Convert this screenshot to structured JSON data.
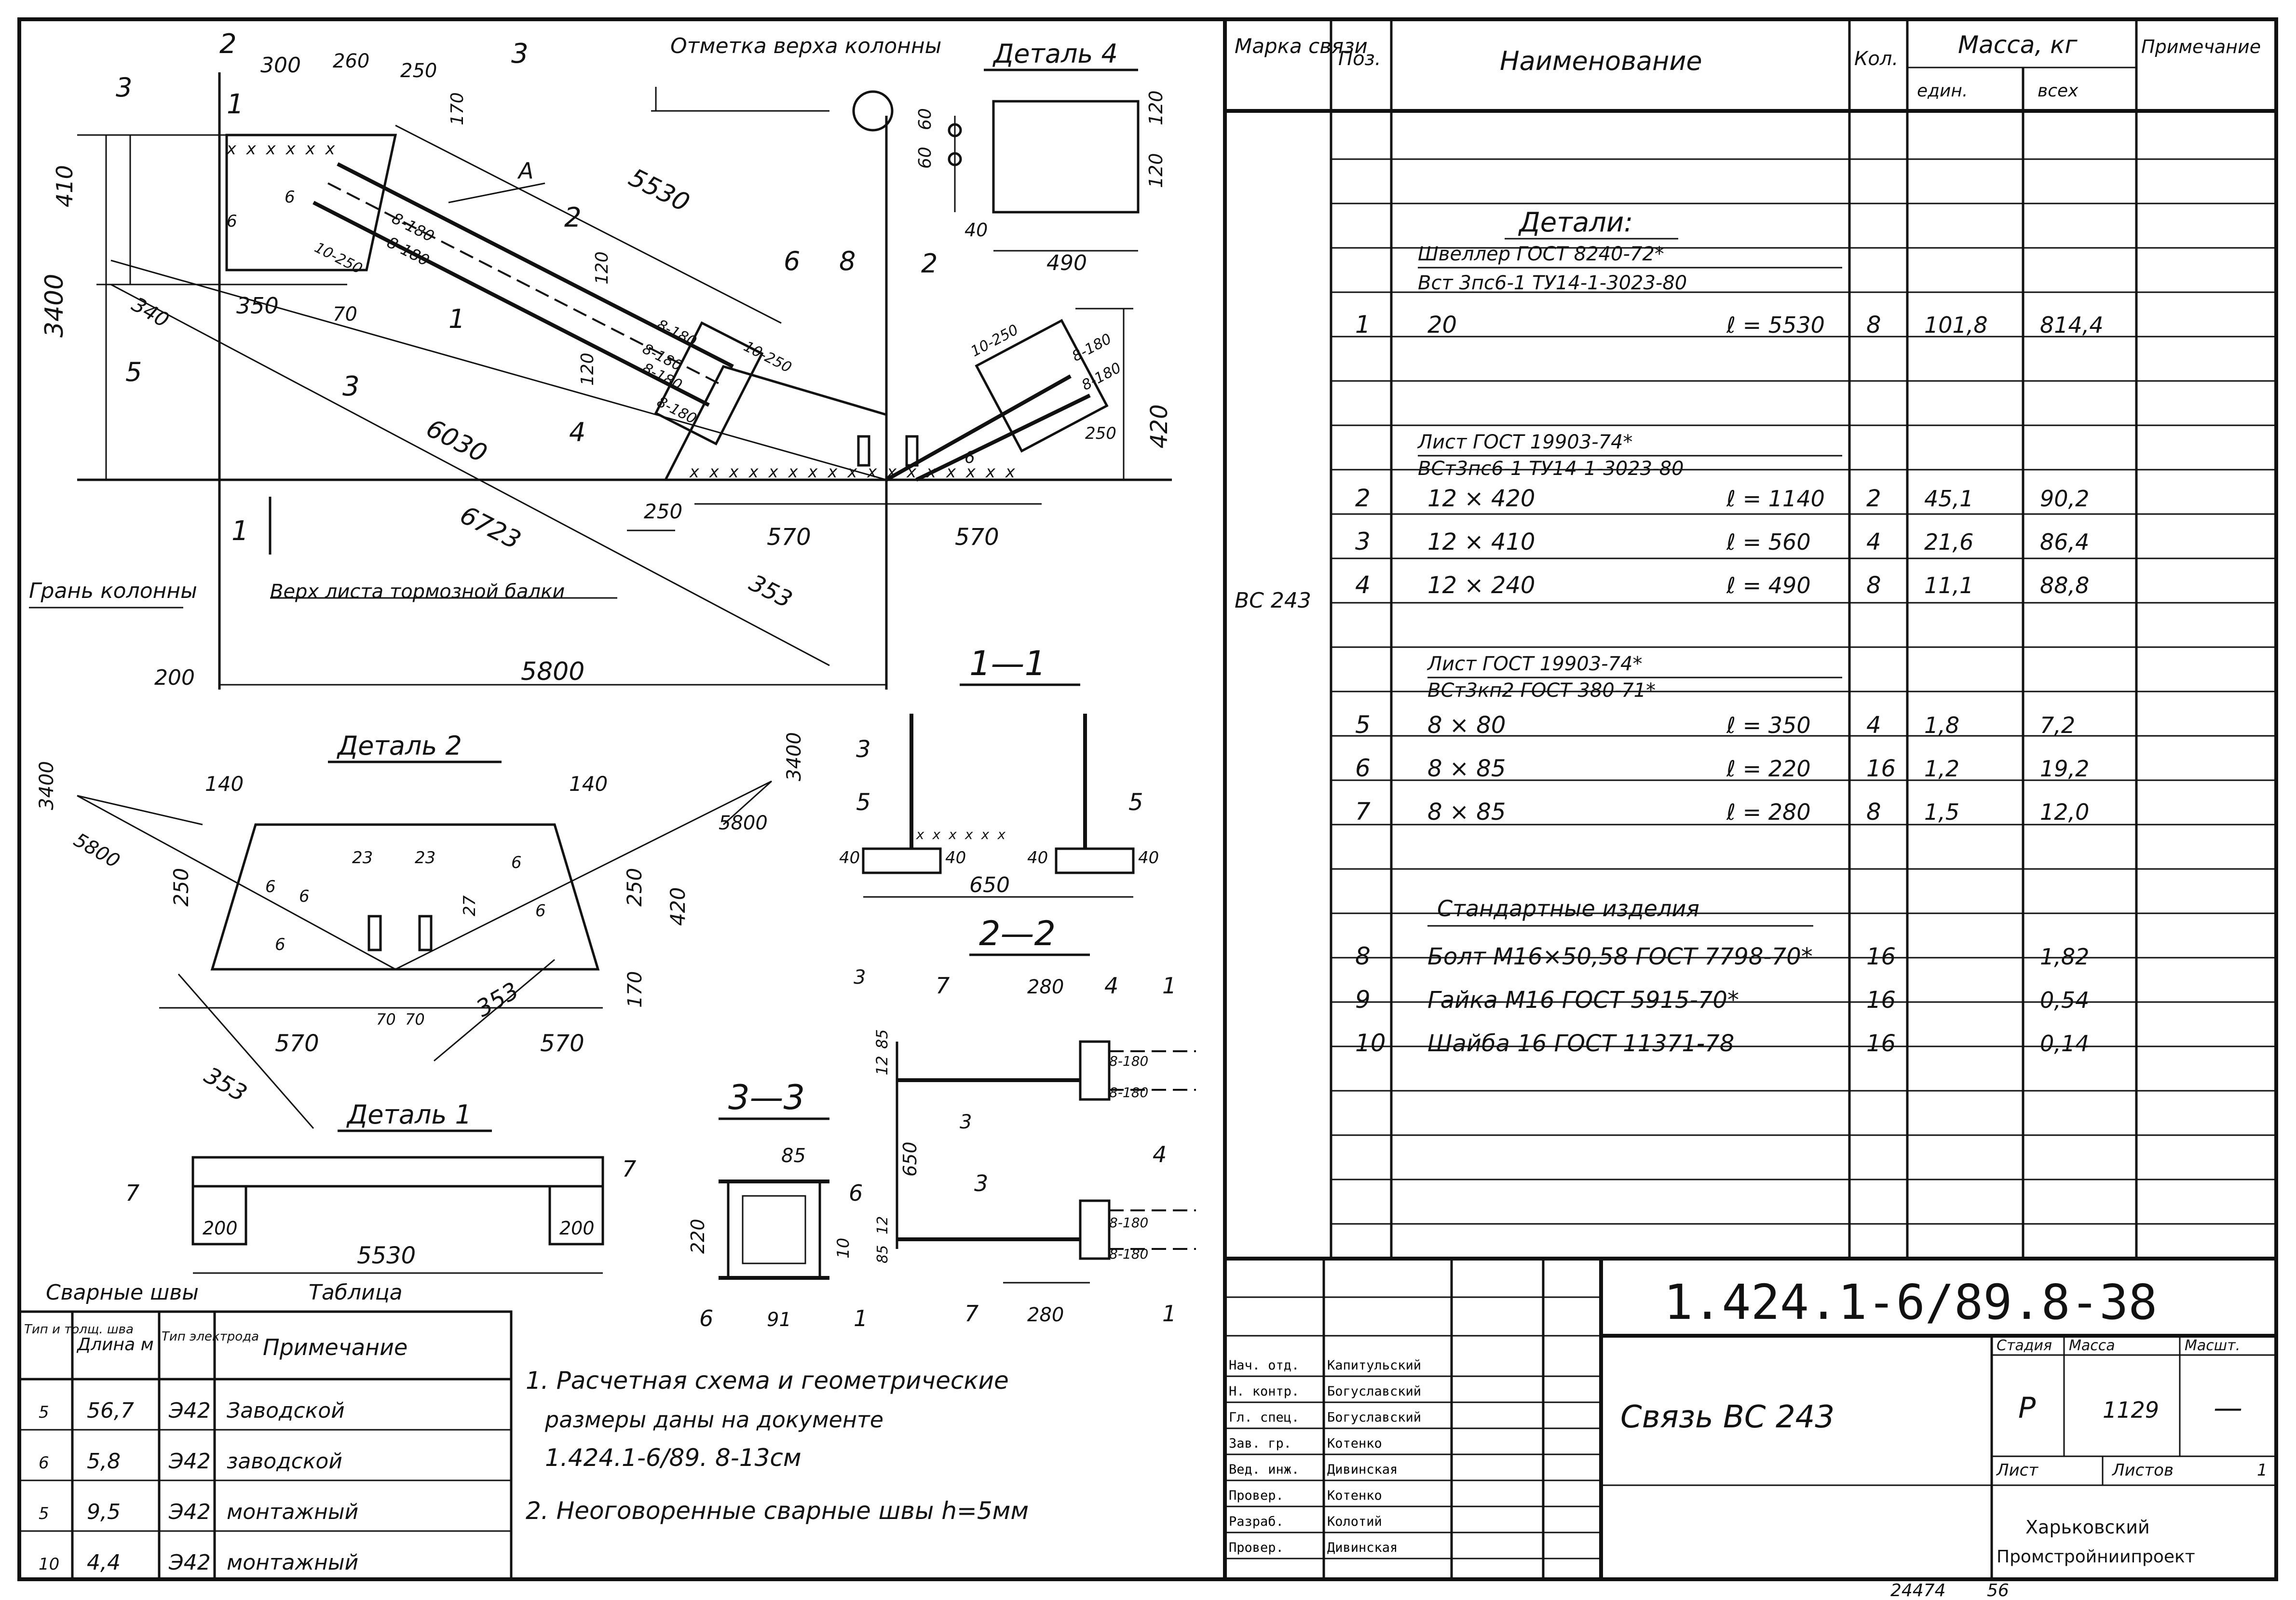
{
  "drawing": {
    "main_view": {
      "labels": {
        "col_top": "Отметка верха колонны",
        "col_face": "Грань колонны",
        "brake_top": "Верх листа тормозной балки",
        "section1": "1",
        "section2": "2",
        "section3": "3"
      },
      "dims": {
        "d300": "300",
        "d260": "260",
        "d250a": "250",
        "d170": "170",
        "d5530": "5530",
        "d410": "410",
        "d3400": "3400",
        "d340": "340",
        "d350": "350",
        "d70": "70",
        "d6030": "6030",
        "d6723": "6723",
        "d250b": "250",
        "d570a": "570",
        "d570b": "570",
        "d353": "353",
        "d5800": "5800",
        "d200": "200",
        "d120a": "120",
        "d120b": "120",
        "d420": "420",
        "d250c": "250",
        "w1": "8-180",
        "w2": "8-180",
        "w3": "8-180",
        "w4": "8-180",
        "w5": "8-180",
        "w6": "8-180",
        "w7": "8-180",
        "w8": "8-180",
        "w10a": "10-250",
        "w10b": "10-250",
        "w10c": "10-250",
        "w6a": "6",
        "w6b": "6",
        "w6c": "6"
      },
      "pos": {
        "p3": "3",
        "p5": "5",
        "p1": "1",
        "p4": "4",
        "p6": "6",
        "p8": "8",
        "p2": "2",
        "pA": "A"
      }
    },
    "detail4": {
      "title": "Деталь 4",
      "d60a": "60",
      "d60b": "60",
      "d40": "40",
      "d490": "490",
      "d120a": "120",
      "d120b": "120"
    },
    "detail2": {
      "title": "Деталь 2",
      "d3400a": "3400",
      "d5800a": "5800",
      "d3400b": "3400",
      "d5800b": "5800",
      "d140a": "140",
      "d140b": "140",
      "d250a": "250",
      "d250b": "250",
      "d420": "420",
      "d170": "170",
      "d23a": "23",
      "d23b": "23",
      "d27": "27",
      "d6a": "6",
      "d6b": "6",
      "d6c": "6",
      "d6d": "6",
      "d6e": "6",
      "d570a": "570",
      "d570b": "570",
      "d353a": "353",
      "d353b": "353",
      "d70a": "70",
      "d70b": "70"
    },
    "detail1": {
      "title": "Деталь 1",
      "d7a": "7",
      "d7b": "7",
      "d200a": "200",
      "d200b": "200",
      "d5530": "5530"
    },
    "sec11": {
      "title": "1—1",
      "p3": "3",
      "p5a": "5",
      "p5b": "5",
      "d40a": "40",
      "d40b": "40",
      "d40c": "40",
      "d40d": "40",
      "d650": "650"
    },
    "sec22": {
      "title": "2—2",
      "p3": "3",
      "p7": "7",
      "p4": "4",
      "p1": "1",
      "d280": "280",
      "d12": "12",
      "d85": "85",
      "d650": "650",
      "w1": "8-180",
      "w2": "8-180",
      "p3b": "3",
      "p4b": "4",
      "w3": "8-180",
      "w4": "8-180",
      "d85b": "85",
      "d12b": "12",
      "p7b": "7",
      "d280b": "280",
      "p1b": "1"
    },
    "sec33": {
      "title": "3—3",
      "d85": "85",
      "d220": "220",
      "d10": "10",
      "p6a": "6",
      "p6b": "6",
      "d91": "91",
      "p1": "1"
    }
  },
  "weld_table": {
    "title_left": "Сварные швы",
    "title_right": "Таблица",
    "headers": [
      "Тип и толщ. шва",
      "Длина м",
      "Тип электрода",
      "Примечание"
    ],
    "rows": [
      {
        "type": "5",
        "length": "56,7",
        "electrode": "Э42",
        "note": "Заводской"
      },
      {
        "type": "6",
        "length": "5,8",
        "electrode": "Э42",
        "note": "заводской"
      },
      {
        "type": "5",
        "length": "9,5",
        "electrode": "Э42",
        "note": "монтажный"
      },
      {
        "type": "10",
        "length": "4,4",
        "electrode": "Э42",
        "note": "монтажный"
      }
    ]
  },
  "notes": {
    "n1a": "1. Расчетная схема и геометрические",
    "n1b": "размеры даны на документе",
    "n1c": "1.424.1-6/89. 8-13см",
    "n2": "2. Неоговоренные сварные швы h=5мм"
  },
  "spec": {
    "headers": {
      "mark": "Марка связи",
      "pos": "Поз.",
      "name": "Наименование",
      "qty": "Кол.",
      "mass": "Масса, кг",
      "unit": "един.",
      "all": "всех",
      "note": "Примечание"
    },
    "mark_value": "ВС 243",
    "section_details": "Детали:",
    "channel_spec1": "Швеллер   ГОСТ 8240-72*",
    "channel_spec2": "Вст 3пс6-1    ТУ14-1-3023-80",
    "sheet_spec1": "Лист        ГОСТ 19903-74*",
    "sheet_spec2": "ВСт3пс6-1   ТУ14-1-3023-80",
    "sheet2_spec1": "Лист    ГОСТ 19903-74*",
    "sheet2_spec2": "ВСт3кп2    ГОСТ 380-71*",
    "section_std": "Стандартные изделия",
    "rows": [
      {
        "pos": "1",
        "name": "20",
        "len": "ℓ = 5530",
        "qty": "8",
        "unit": "101,8",
        "all": "814,4"
      },
      {
        "pos": "2",
        "name": "12 × 420",
        "len": "ℓ = 1140",
        "qty": "2",
        "unit": "45,1",
        "all": "90,2"
      },
      {
        "pos": "3",
        "name": "12 × 410",
        "len": "ℓ = 560",
        "qty": "4",
        "unit": "21,6",
        "all": "86,4"
      },
      {
        "pos": "4",
        "name": "12 × 240",
        "len": "ℓ = 490",
        "qty": "8",
        "unit": "11,1",
        "all": "88,8"
      },
      {
        "pos": "5",
        "name": "8 × 80",
        "len": "ℓ = 350",
        "qty": "4",
        "unit": "1,8",
        "all": "7,2"
      },
      {
        "pos": "6",
        "name": "8 × 85",
        "len": "ℓ = 220",
        "qty": "16",
        "unit": "1,2",
        "all": "19,2"
      },
      {
        "pos": "7",
        "name": "8 × 85",
        "len": "ℓ = 280",
        "qty": "8",
        "unit": "1,5",
        "all": "12,0"
      },
      {
        "pos": "8",
        "name": "Болт М16×50,58  ГОСТ 7798-70*",
        "len": "",
        "qty": "16",
        "unit": "",
        "all": "1,82"
      },
      {
        "pos": "9",
        "name": "Гайка М16       ГОСТ 5915-70*",
        "len": "",
        "qty": "16",
        "unit": "",
        "all": "0,54"
      },
      {
        "pos": "10",
        "name": "Шайба 16      ГОСТ 11371-78",
        "len": "",
        "qty": "16",
        "unit": "",
        "all": "0,14"
      }
    ]
  },
  "title_block": {
    "doc_code": "1.424.1-6/89.8-38",
    "name": "Связь ВС 243",
    "stage_label": "Стадия",
    "stage": "Р",
    "mass_label": "Масса",
    "mass": "1129",
    "scale_label": "Масшт.",
    "scale": "—",
    "sheet_label": "Лист",
    "sheets_label": "Листов",
    "sheets": "1",
    "org1": "Харьковский",
    "org2": "Промстройниипроект",
    "roles": [
      {
        "role": "Нач. отд.",
        "person": "Капитульский"
      },
      {
        "role": "Н. контр.",
        "person": "Богуславский"
      },
      {
        "role": "Гл. спец.",
        "person": "Богуславский"
      },
      {
        "role": "Зав. гр.",
        "person": "Котенко"
      },
      {
        "role": "Вед. инж.",
        "person": "Дивинская"
      },
      {
        "role": "Провер.",
        "person": "Котенко"
      },
      {
        "role": "Разраб.",
        "person": "Колотий"
      },
      {
        "role": "Провер.",
        "person": "Дивинская"
      }
    ]
  },
  "footer": {
    "num1": "24474",
    "num2": "56"
  }
}
